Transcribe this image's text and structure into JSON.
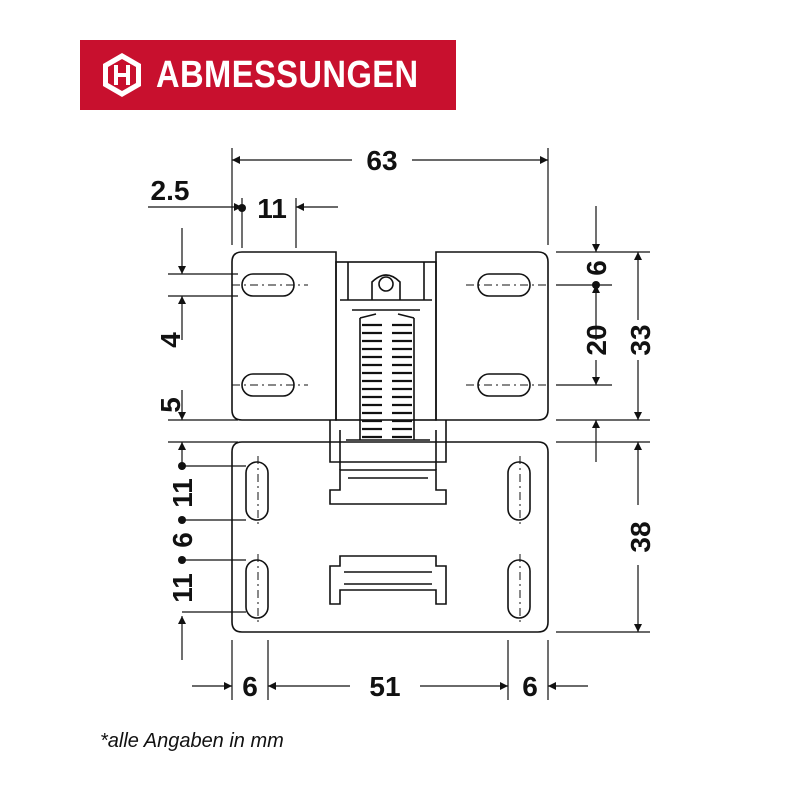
{
  "header": {
    "title": "ABMESSUNGEN",
    "logo_icon": "hafele-hexagon-h-icon",
    "color": "#c8102e"
  },
  "dimensions": {
    "total_width": "63",
    "edge_offset": "2.5",
    "hole_spacing_top": "11",
    "top_slot_offset": "6",
    "top_slot_spacing": "20",
    "top_leaf_height": "33",
    "slot_height": "4",
    "leaf_gap": "5",
    "bottom_hole_spacing_a": "11",
    "bottom_hole_width": "6",
    "bottom_hole_spacing_b": "11",
    "bottom_leaf_height": "38",
    "bottom_left_offset": "6",
    "bottom_hole_distance": "51",
    "bottom_right_offset": "6"
  },
  "footnote": "*alle Angaben in mm",
  "colors": {
    "line": "#111111",
    "accent": "#c8102e"
  }
}
